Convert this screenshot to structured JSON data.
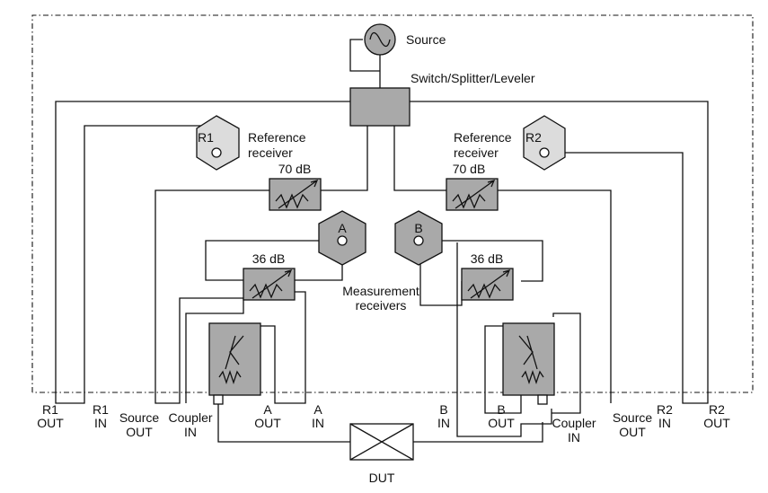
{
  "labels": {
    "source": "Source",
    "switch": "Switch/Splitter/Leveler",
    "ref_recv_left": [
      "Reference",
      "receiver"
    ],
    "ref_recv_right": [
      "Reference",
      "receiver"
    ],
    "r1": "R1",
    "r2": "R2",
    "a": "A",
    "b": "B",
    "att70_left": "70 dB",
    "att70_right": "70 dB",
    "att36_left": "36 dB",
    "att36_right": "36 dB",
    "meas_recv": [
      "Measurement",
      "receivers"
    ],
    "dut": "DUT"
  },
  "ports": {
    "r1_out": [
      "R1",
      "OUT"
    ],
    "r1_in": [
      "R1",
      "IN"
    ],
    "source_out_left": [
      "Source",
      "OUT"
    ],
    "coupler_in_left": [
      "Coupler",
      "IN"
    ],
    "a_out": [
      "A",
      "OUT"
    ],
    "a_in": [
      "A",
      "IN"
    ],
    "b_in": [
      "B",
      "IN"
    ],
    "b_out": [
      "B",
      "OUT"
    ],
    "coupler_in_right": [
      "Coupler",
      "IN"
    ],
    "source_out_right": [
      "Source",
      "OUT"
    ],
    "r2_in": [
      "R2",
      "IN"
    ],
    "r2_out": [
      "R2",
      "OUT"
    ]
  }
}
